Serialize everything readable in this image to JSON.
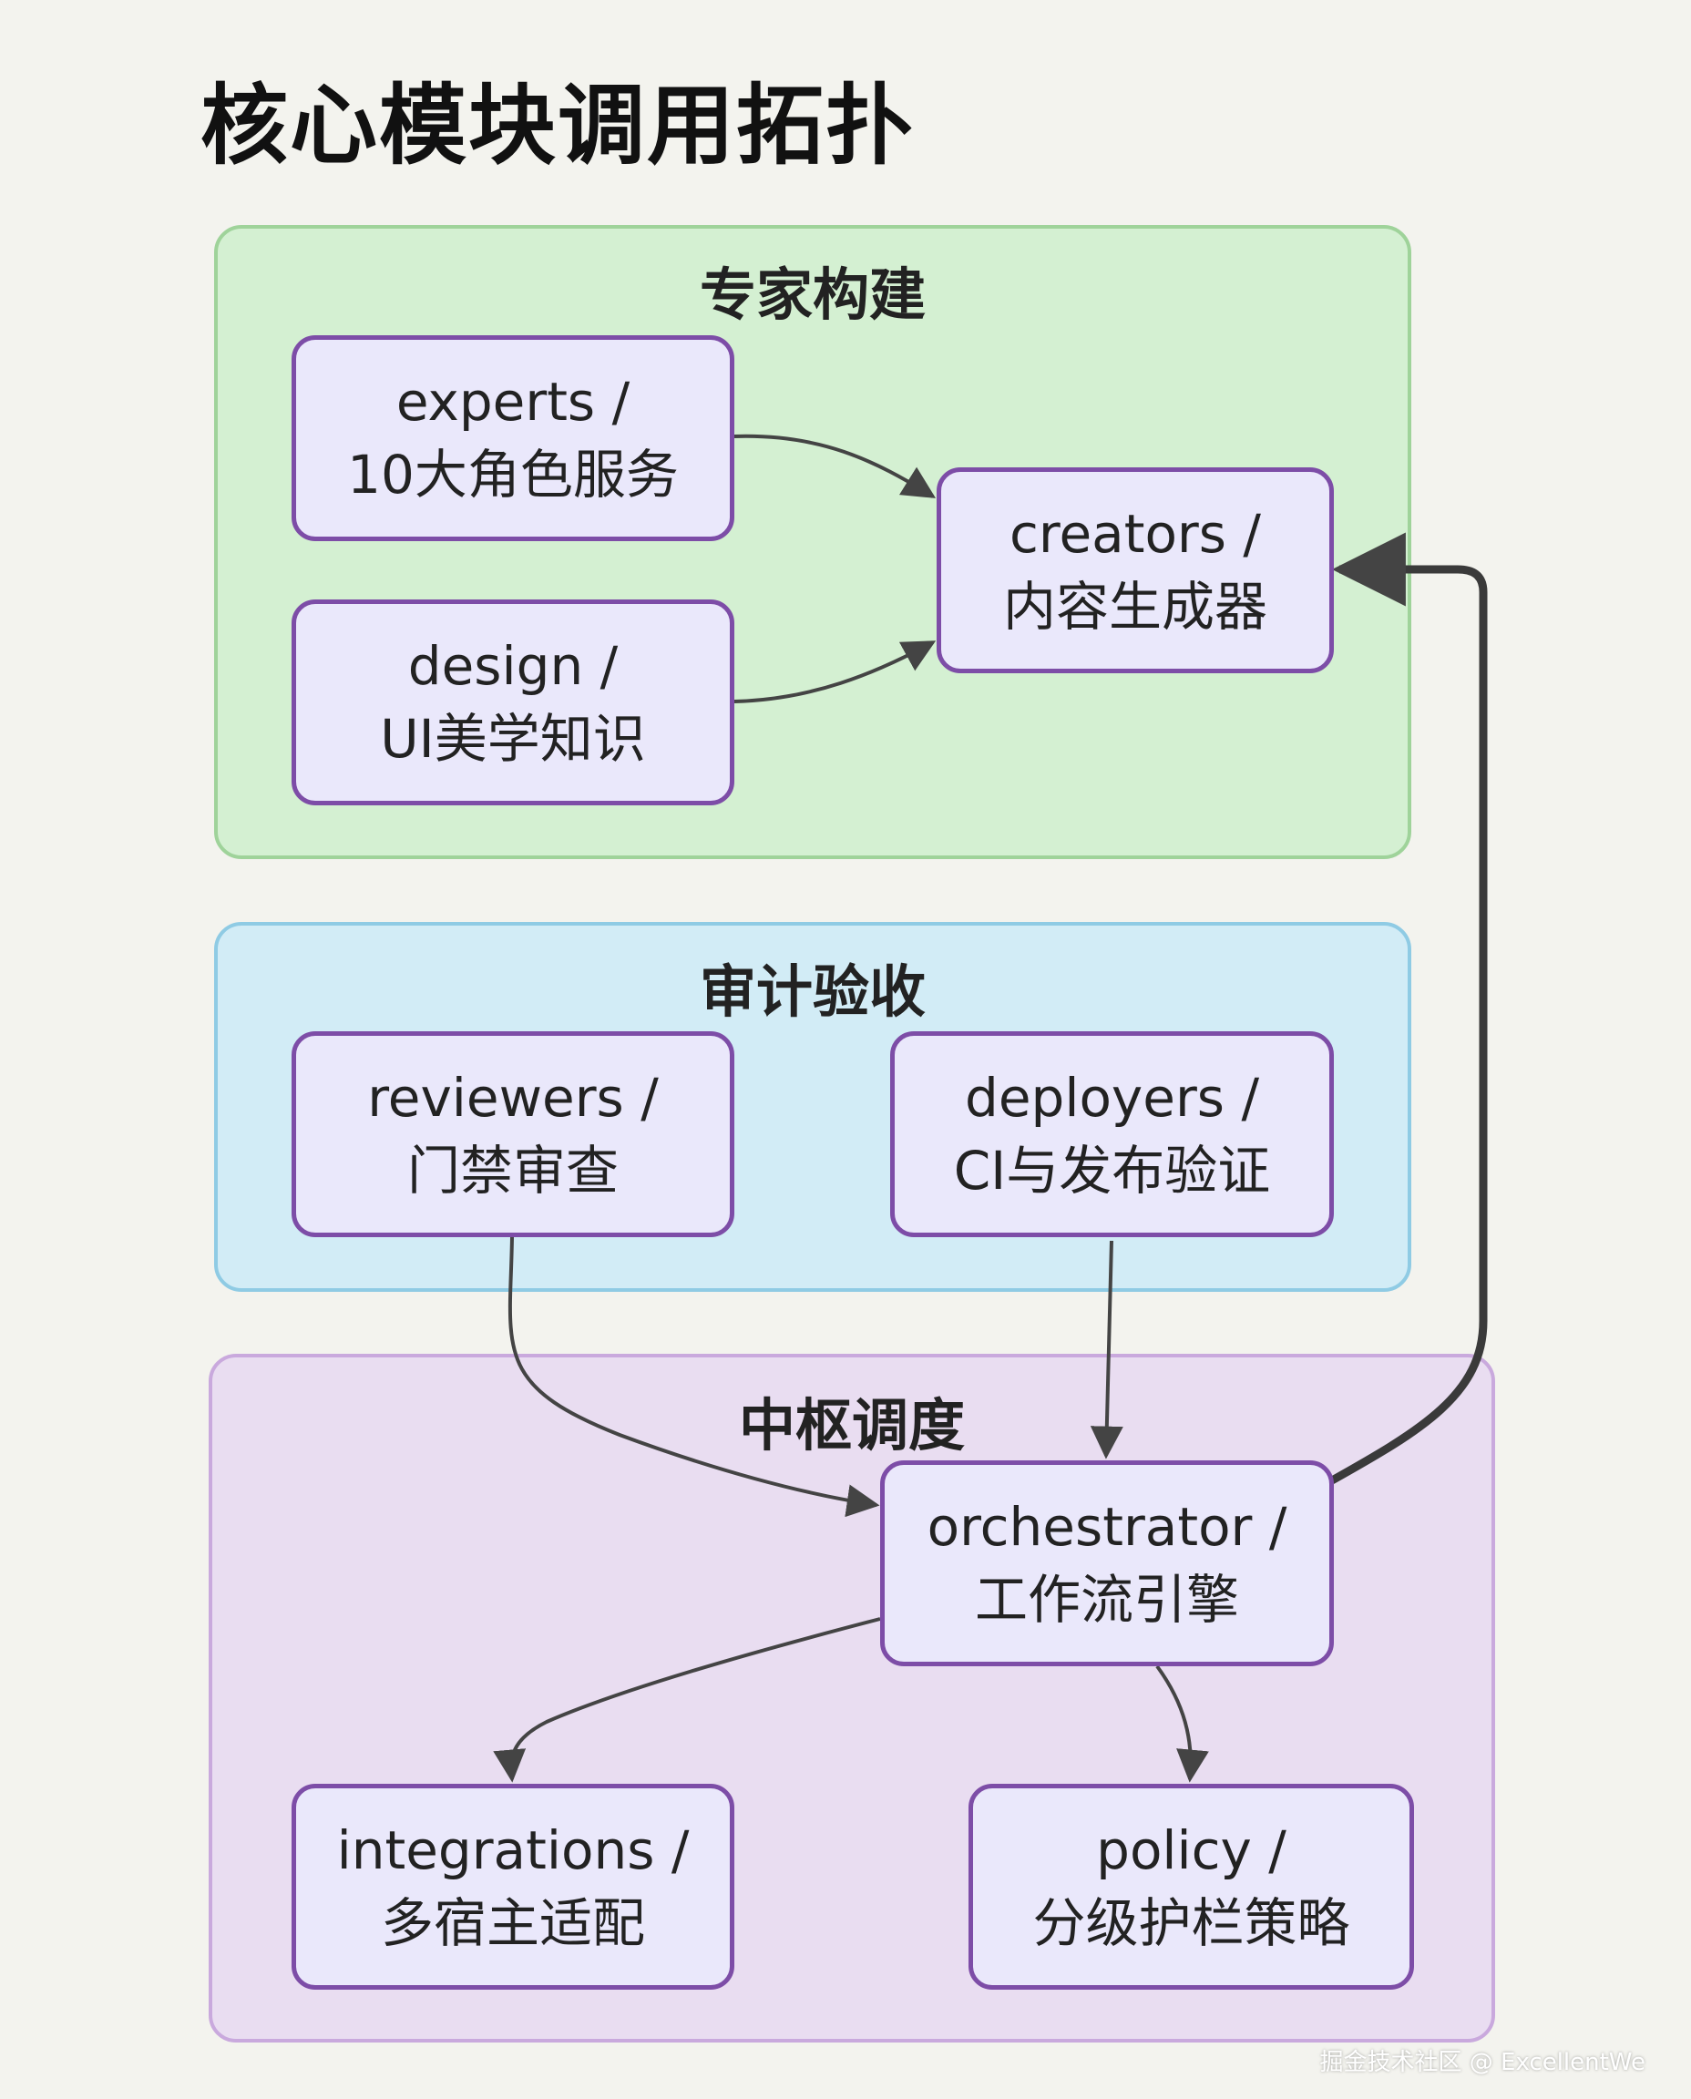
{
  "title": "核心模块调用拓扑",
  "groups": {
    "experts": {
      "label": "专家构建"
    },
    "audit": {
      "label": "审计验收"
    },
    "hub": {
      "label": "中枢调度"
    }
  },
  "nodes": {
    "experts": {
      "line1": "experts /",
      "line2": "10大角色服务"
    },
    "design": {
      "line1": "design /",
      "line2": "UI美学知识"
    },
    "creators": {
      "line1": "creators /",
      "line2": "内容生成器"
    },
    "reviewers": {
      "line1": "reviewers /",
      "line2": "门禁审查"
    },
    "deployers": {
      "line1": "deployers /",
      "line2": "CI与发布验证"
    },
    "orchestrator": {
      "line1": "orchestrator /",
      "line2": "工作流引擎"
    },
    "integrations": {
      "line1": "integrations /",
      "line2": "多宿主适配"
    },
    "policy": {
      "line1": "policy /",
      "line2": "分级护栏策略"
    }
  },
  "edges": [
    {
      "from": "experts",
      "to": "creators"
    },
    {
      "from": "design",
      "to": "creators"
    },
    {
      "from": "reviewers",
      "to": "orchestrator"
    },
    {
      "from": "deployers",
      "to": "orchestrator"
    },
    {
      "from": "orchestrator",
      "to": "creators",
      "emphasis": "bold"
    },
    {
      "from": "orchestrator",
      "to": "integrations"
    },
    {
      "from": "orchestrator",
      "to": "policy"
    }
  ],
  "colors": {
    "experts_group": "#d4f0d2",
    "audit_group": "#d2ecf6",
    "hub_group": "#e9ddf1",
    "node_fill": "#eae8fb",
    "node_border": "#7d4da7",
    "edge": "#444444"
  },
  "watermark": "掘金技术社区 @ ExcellentWe"
}
